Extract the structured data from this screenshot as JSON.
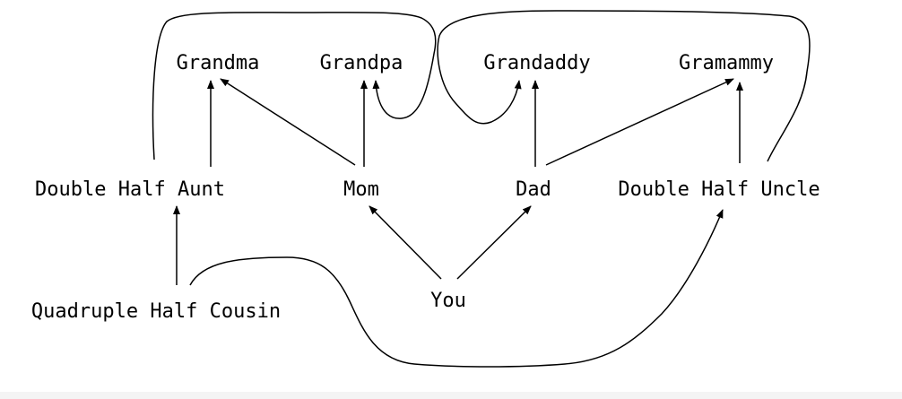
{
  "nodes": {
    "grandma": "Grandma",
    "grandpa": "Grandpa",
    "grandaddy": "Grandaddy",
    "gramammy": "Gramammy",
    "aunt": "Double Half Aunt",
    "mom": "Mom",
    "dad": "Dad",
    "uncle": "Double Half Uncle",
    "cousin": "Quadruple Half Cousin",
    "you": "You"
  },
  "colors": {
    "ink": "#000000",
    "background": "#ffffff"
  }
}
